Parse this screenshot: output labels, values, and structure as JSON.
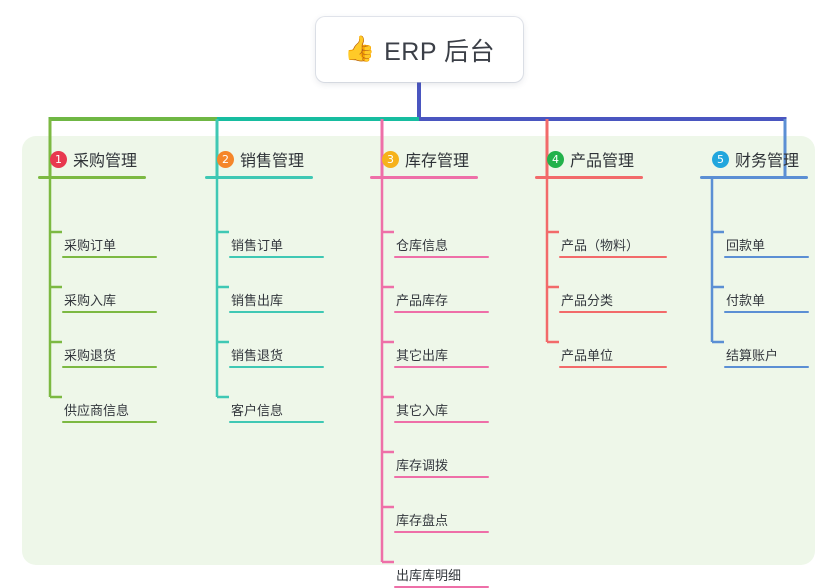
{
  "root": {
    "emoji": "👍",
    "icon_name": "thumbs-up-icon",
    "title": "ERP 后台"
  },
  "theme": {
    "panel_bg": "#eef7e9",
    "page_bg": "#ffffff",
    "stem_color": "#4a56c0",
    "bus_left": "#6fb744",
    "bus_mid": "#17bda0",
    "bus_right": "#4a56c0"
  },
  "columns": [
    {
      "number": "1",
      "title": "采购管理",
      "badge_color": "#e8384f",
      "line_color": "#7cb942",
      "items": [
        {
          "label": "采购订单"
        },
        {
          "label": "采购入库"
        },
        {
          "label": "采购退货"
        },
        {
          "label": "供应商信息"
        }
      ]
    },
    {
      "number": "2",
      "title": "销售管理",
      "badge_color": "#f5862a",
      "line_color": "#3fc8b4",
      "items": [
        {
          "label": "销售订单"
        },
        {
          "label": "销售出库"
        },
        {
          "label": "销售退货"
        },
        {
          "label": "客户信息"
        }
      ]
    },
    {
      "number": "3",
      "title": "库存管理",
      "badge_color": "#f6b21b",
      "line_color": "#ee6fa8",
      "items": [
        {
          "label": "仓库信息"
        },
        {
          "label": "产品库存"
        },
        {
          "label": "其它出库"
        },
        {
          "label": "其它入库"
        },
        {
          "label": "库存调拨"
        },
        {
          "label": "库存盘点"
        },
        {
          "label": "出库库明细"
        }
      ]
    },
    {
      "number": "4",
      "title": "产品管理",
      "badge_color": "#23b24b",
      "line_color": "#f26a6a",
      "items": [
        {
          "label": "产品（物料）"
        },
        {
          "label": "产品分类"
        },
        {
          "label": "产品单位"
        }
      ]
    },
    {
      "number": "5",
      "title": "财务管理",
      "badge_color": "#21a6dd",
      "line_color": "#5b8fd4",
      "items": [
        {
          "label": "回款单"
        },
        {
          "label": "付款单"
        },
        {
          "label": "结算账户"
        }
      ]
    }
  ]
}
